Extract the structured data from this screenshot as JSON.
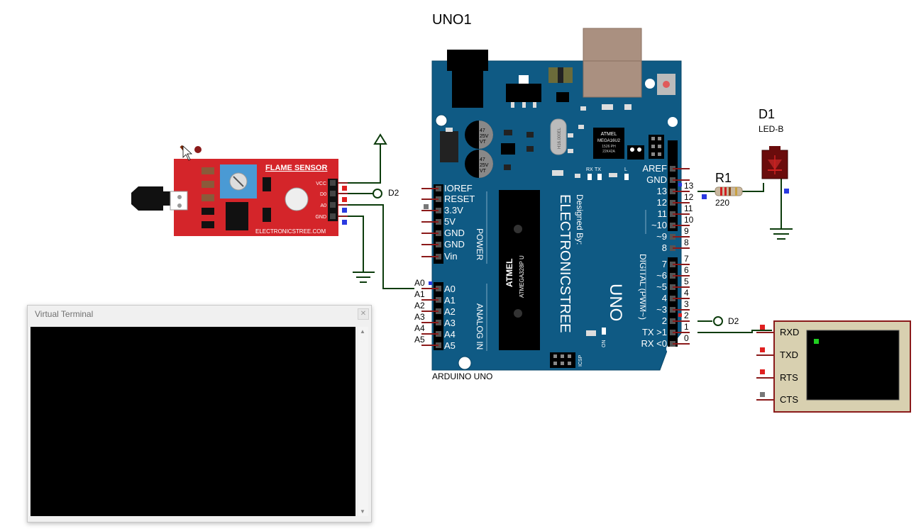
{
  "board": {
    "ref": "UNO1",
    "name": "ARDUINO UNO",
    "model": "UNO",
    "designed_by_prefix": "Designed By:",
    "designed_by": "ELECTRONICSTREE",
    "digital_header": "DIGITAL (PWM~)",
    "power_header": "POWER",
    "analog_header": "ANALOG IN",
    "chip_brand": "ATMEL",
    "chip_model": "ATMEGA328P U",
    "usb_chip_lines": [
      "ATMEL",
      "MEGA16U2",
      "1526 PH",
      "22K42A"
    ],
    "cap_label": [
      "47",
      "25V",
      "VT"
    ],
    "crystal_label": "H16.000EL",
    "led_labels": {
      "rx": "RX",
      "tx": "TX",
      "l": "L",
      "on": "ON",
      "icsp": "ICSP"
    },
    "power_pins": [
      "IOREF",
      "RESET",
      "3.3V",
      "5V",
      "GND",
      "GND",
      "Vin"
    ],
    "analog_pins": [
      "A0",
      "A1",
      "A2",
      "A3",
      "A4",
      "A5"
    ],
    "analog_outer_labels": [
      "A0",
      "A1",
      "A2",
      "A3",
      "A4",
      "A5"
    ],
    "top_pins": [
      "AREF",
      "GND"
    ],
    "digital_pins": [
      "13",
      "12",
      "11",
      "~10",
      "~9",
      "8",
      "7",
      "~6",
      "~5",
      "4",
      "~3",
      "2",
      "TX >1",
      "RX <0"
    ],
    "digital_pin_numbers": [
      "13",
      "12",
      "11",
      "10",
      "9",
      "8",
      "7",
      "6",
      "5",
      "4",
      "3",
      "2",
      "1",
      "0"
    ]
  },
  "flame_sensor": {
    "title": "FLAME SENSOR",
    "pins": [
      "VCC",
      "D0",
      "A0",
      "GND"
    ],
    "website": "ELECTRONICSTREE.COM"
  },
  "led": {
    "ref": "D1",
    "type": "LED-B"
  },
  "resistor": {
    "ref": "R1",
    "value": "220"
  },
  "net_labels": {
    "sensor_d2": "D2",
    "board_d2": "D2"
  },
  "serial_terminal": {
    "pins": [
      "RXD",
      "TXD",
      "RTS",
      "CTS"
    ]
  },
  "virtual_terminal": {
    "title": "Virtual Terminal"
  },
  "colors": {
    "board": "#0f5a84",
    "sensor_pcb": "#d4252a",
    "wire": "#0c3c0c",
    "pin": "#8b1a1a",
    "terminal_frame": "#d8d0b0"
  }
}
